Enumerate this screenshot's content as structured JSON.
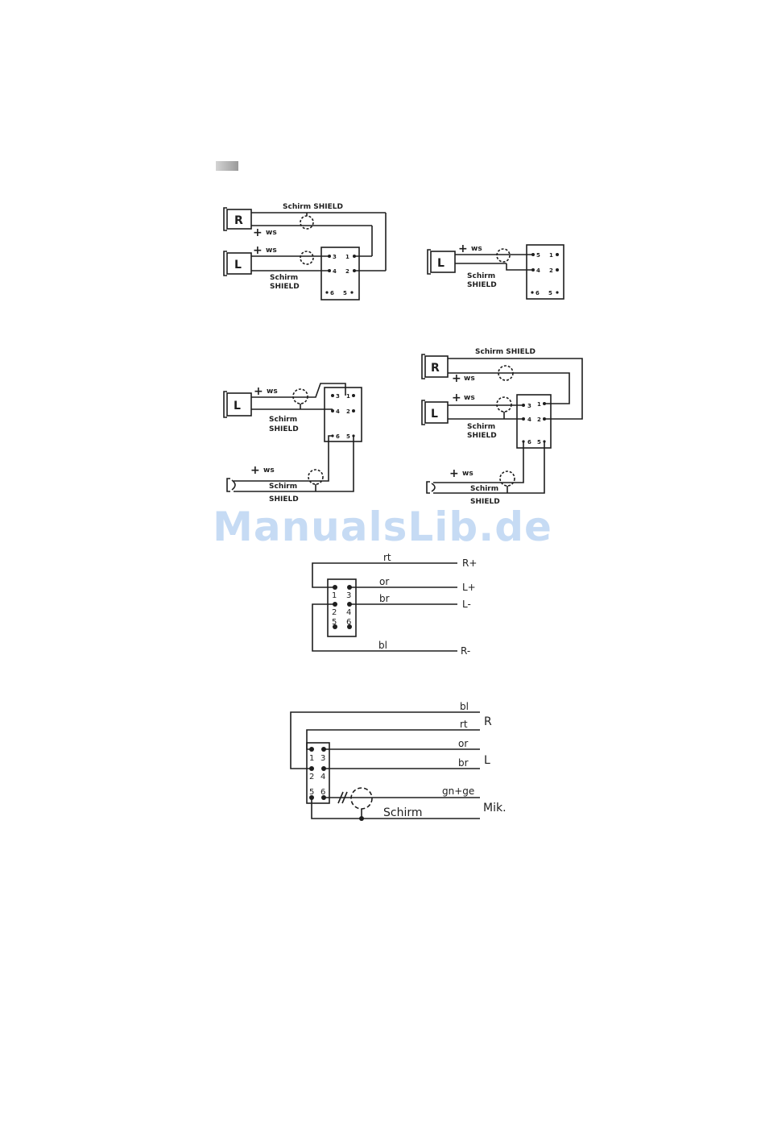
{
  "watermark": "ManualsLib.de",
  "diagram1": {
    "box_r": "R",
    "box_l": "L",
    "shield": "Schirm  SHIELD",
    "ws_r": "ws",
    "ws_l": "ws",
    "schirm": "Schirm",
    "shield2": "SHIELD",
    "pins": [
      "3",
      "1",
      "4",
      "2",
      "6",
      "5"
    ]
  },
  "diagram2": {
    "box_l": "L",
    "ws": "ws",
    "schirm": "Schirm",
    "shield": "SHIELD",
    "pins": [
      "5",
      "1",
      "4",
      "2",
      "6",
      "5"
    ]
  },
  "diagram3": {
    "box_l": "L",
    "ws": "ws",
    "schirm": "Schirm",
    "shield": "SHIELD",
    "ws_mic": "ws",
    "schirm_mic": "Schirm",
    "shield_mic": "SHIELD",
    "pins": [
      "3",
      "1",
      "4",
      "2",
      "6",
      "5"
    ]
  },
  "diagram4": {
    "box_r": "R",
    "box_l": "L",
    "shield_top": "Schirm  SHIELD",
    "ws_r": "ws",
    "ws_l": "ws",
    "schirm": "Schirm",
    "shield": "SHIELD",
    "ws_mic": "ws",
    "schirm_mic": "Schirm",
    "shield_mic": "SHIELD",
    "pins": [
      "3",
      "1",
      "4",
      "2",
      "6",
      "5"
    ]
  },
  "diagram5": {
    "wire_rt": "rt",
    "wire_or": "or",
    "wire_br": "br",
    "wire_bl": "bl",
    "out_rplus": "R+",
    "out_lplus": "L+",
    "out_lminus": "L-",
    "out_rminus": "R-",
    "pins": [
      "1",
      "3",
      "2",
      "4",
      "5",
      "6"
    ]
  },
  "diagram6": {
    "wire_bl": "bl",
    "wire_rt": "rt",
    "wire_or": "or",
    "wire_br": "br",
    "wire_gnge": "gn+ge",
    "schirm": "Schirm",
    "out_r": "R",
    "out_l": "L",
    "out_mik": "Mik.",
    "pins": [
      "1",
      "3",
      "2",
      "4",
      "5",
      "6"
    ]
  }
}
